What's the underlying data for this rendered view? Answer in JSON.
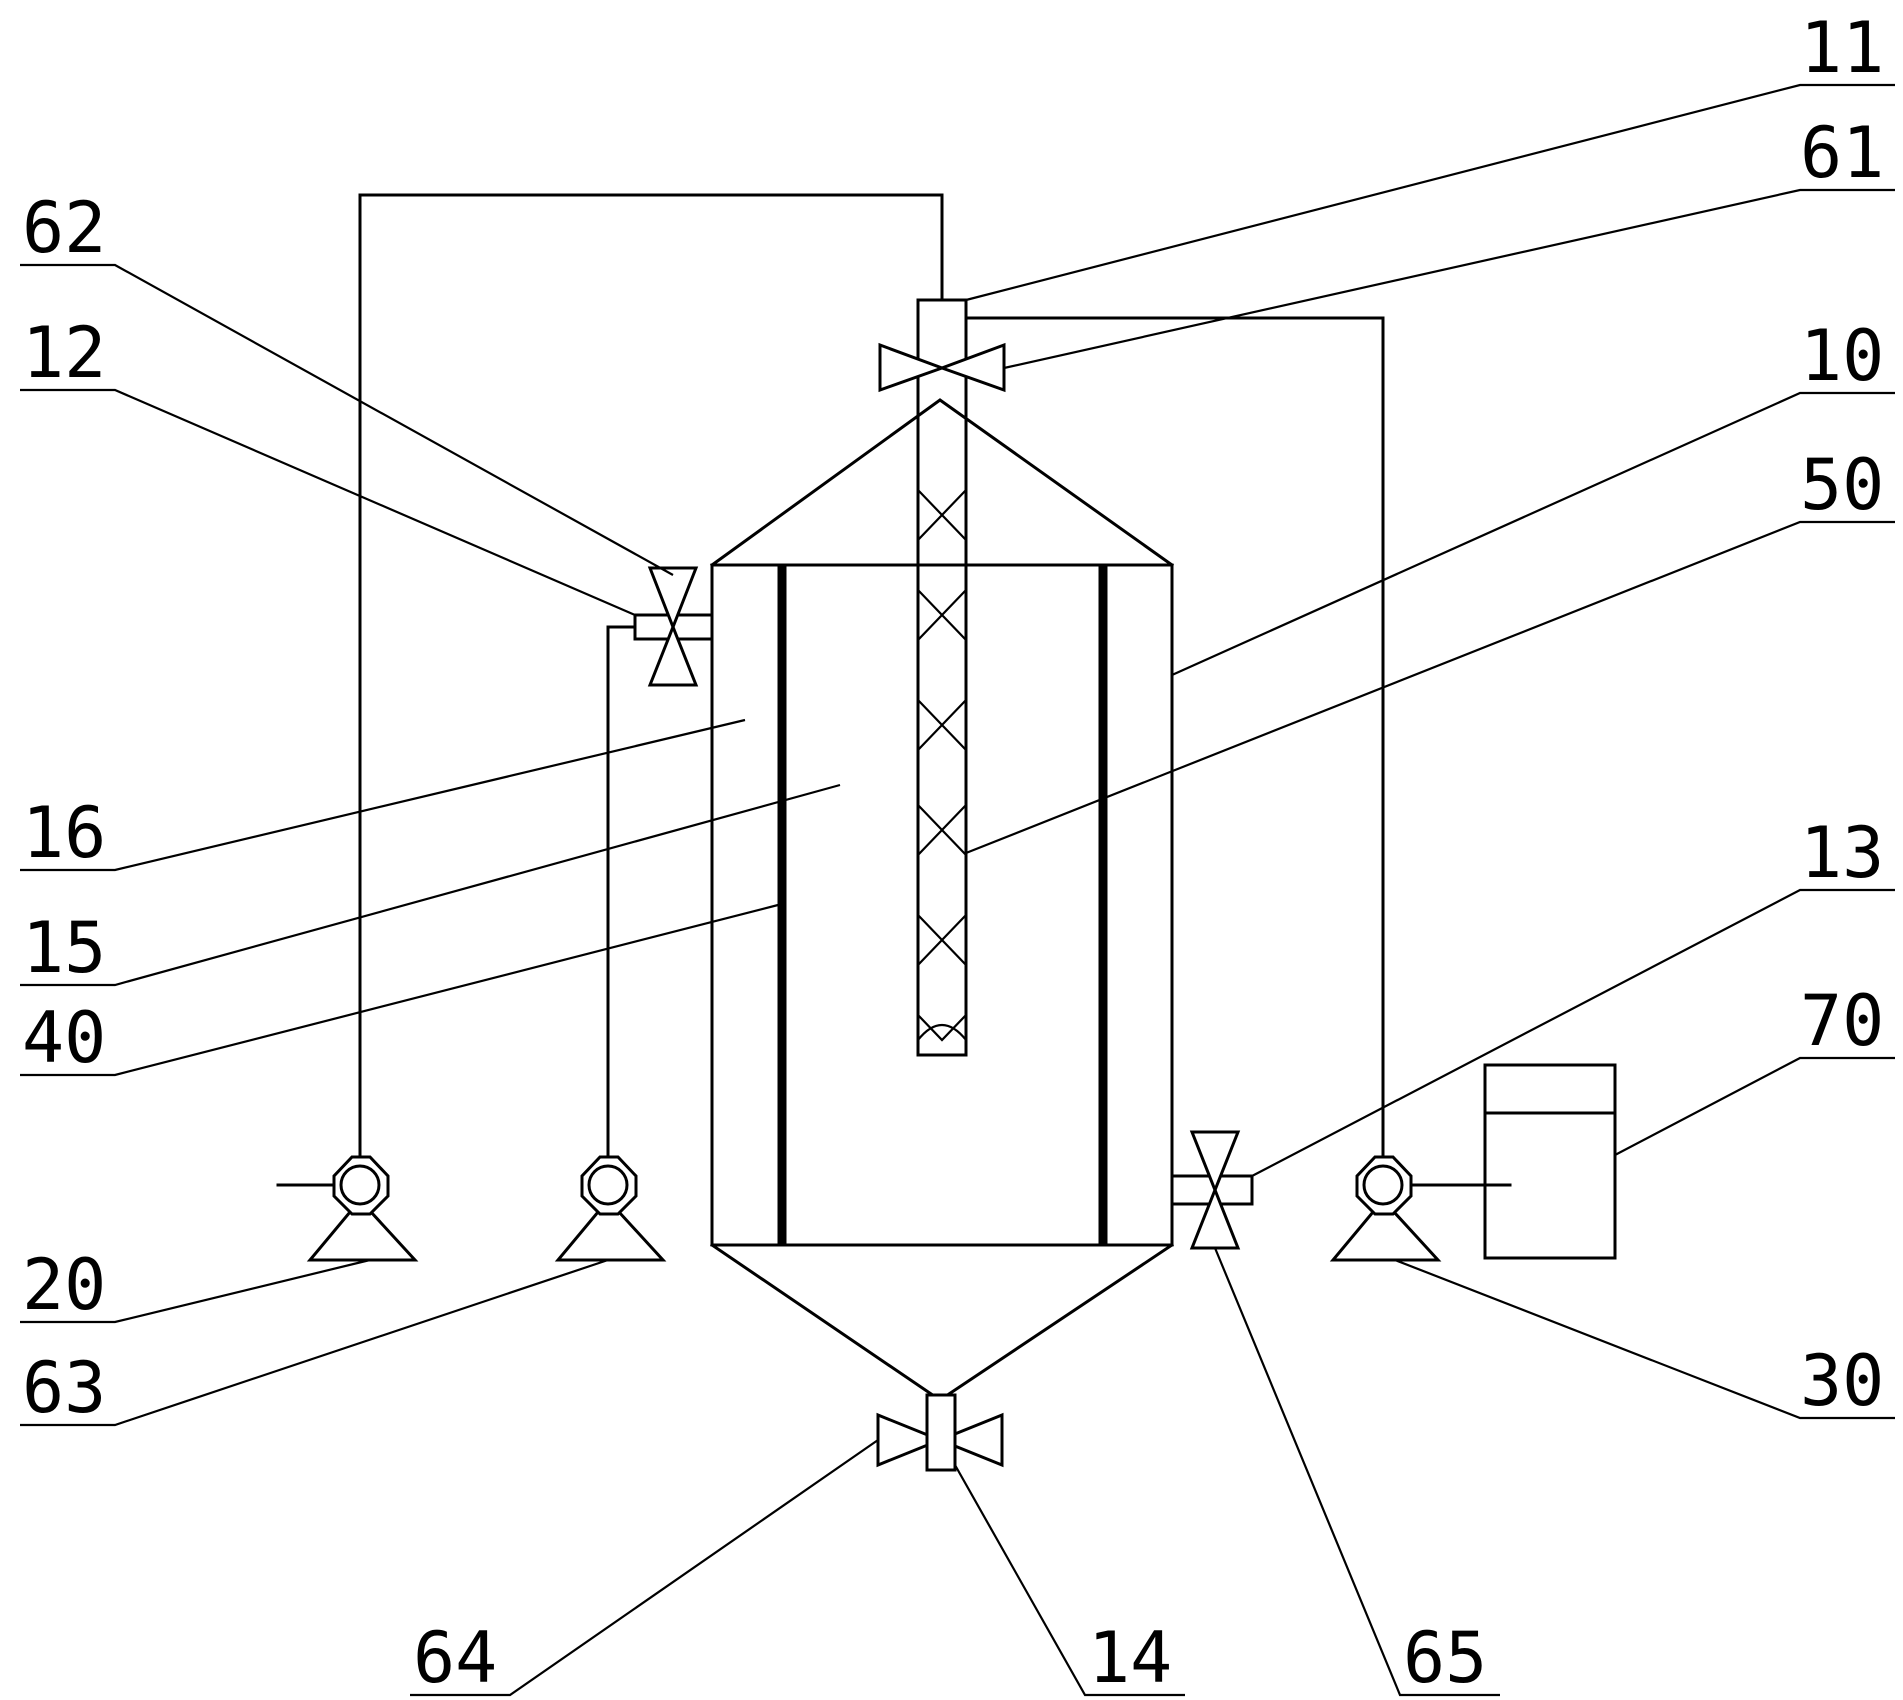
{
  "labels": {
    "l10": "10",
    "l11": "11",
    "l12": "12",
    "l13": "13",
    "l14": "14",
    "l15": "15",
    "l16": "16",
    "l20": "20",
    "l30": "30",
    "l40": "40",
    "l50": "50",
    "l61": "61",
    "l62": "62",
    "l63": "63",
    "l64": "64",
    "l65": "65",
    "l70": "70"
  }
}
